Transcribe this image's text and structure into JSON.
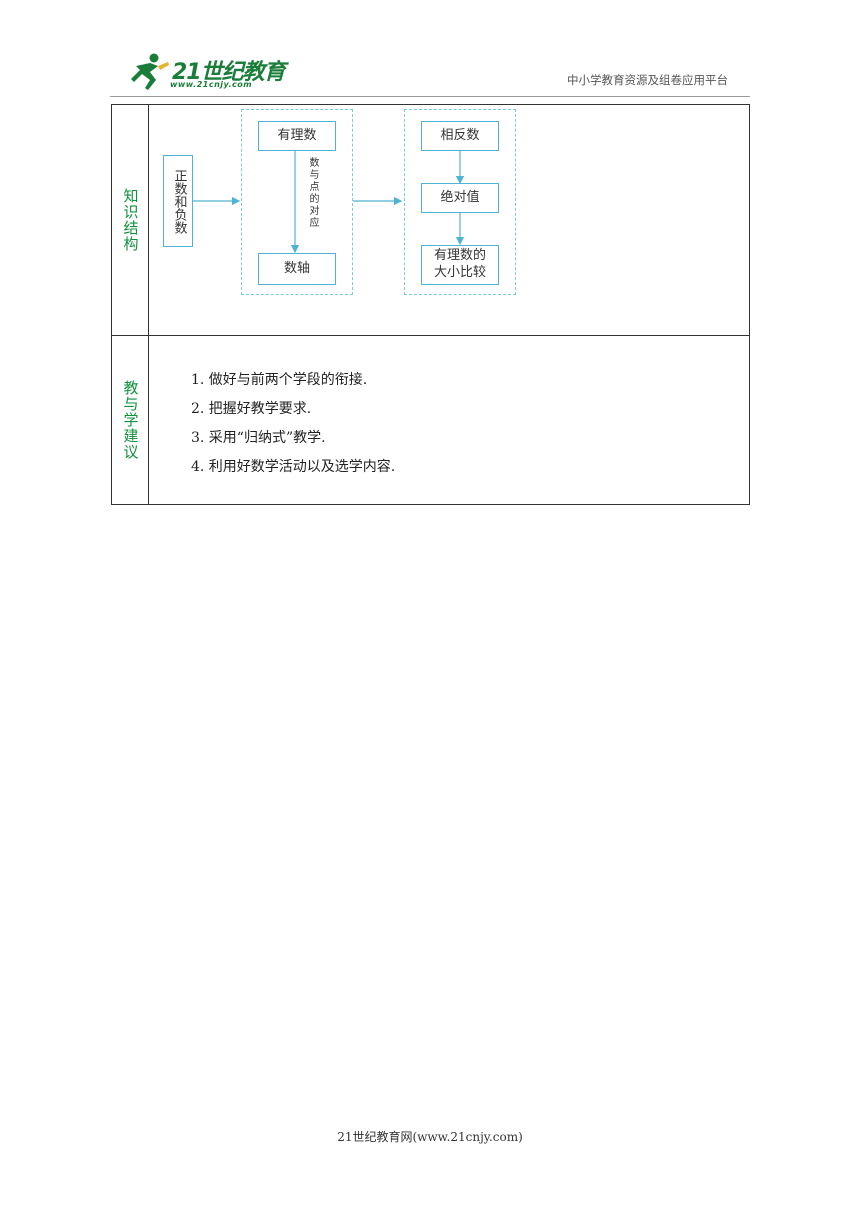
{
  "header": {
    "logo_title": "21世纪教育",
    "logo_url": "www.21cnjy.com",
    "platform": "中小学教育资源及组卷应用平台"
  },
  "table": {
    "row1_label": "知识结构",
    "row2_label": "教与学建议"
  },
  "diagram": {
    "node_pos_neg": "正数和负数",
    "node_rational": "有理数",
    "node_axis": "数轴",
    "edge_label": "数与点的对应",
    "node_opposite": "相反数",
    "node_abs": "绝对值",
    "node_compare_line1": "有理数的",
    "node_compare_line2": "大小比较"
  },
  "suggestions": [
    "1. 做好与前两个学段的衔接.",
    "2. 把握好教学要求.",
    "3. 采用“归纳式”教学.",
    "4. 利用好数学活动以及选学内容."
  ],
  "footer": "21世纪教育网(www.21cnjy.com)",
  "colors": {
    "label_green": "#10923d",
    "box_blue": "#4fb3d1",
    "logo_green": "#1a7d3a"
  }
}
